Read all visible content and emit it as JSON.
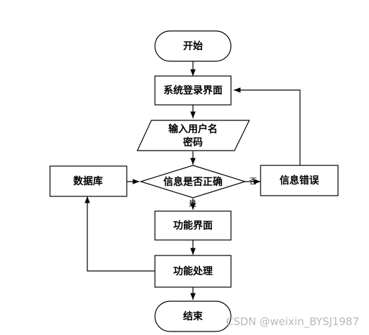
{
  "flowchart": {
    "start_label": "开始",
    "login_page_label": "系统登录界面",
    "input_label_line1": "输入用户名",
    "input_label_line2": "密码",
    "check_label": "信息是否正确",
    "database_label": "数据库",
    "error_label": "信息错误",
    "yes_label": "是",
    "no_label": "否",
    "function_page_label": "功能界面",
    "function_process_label": "功能处理",
    "end_label": "结束"
  },
  "watermark": "CSDN @weixin_BYSJ1987"
}
